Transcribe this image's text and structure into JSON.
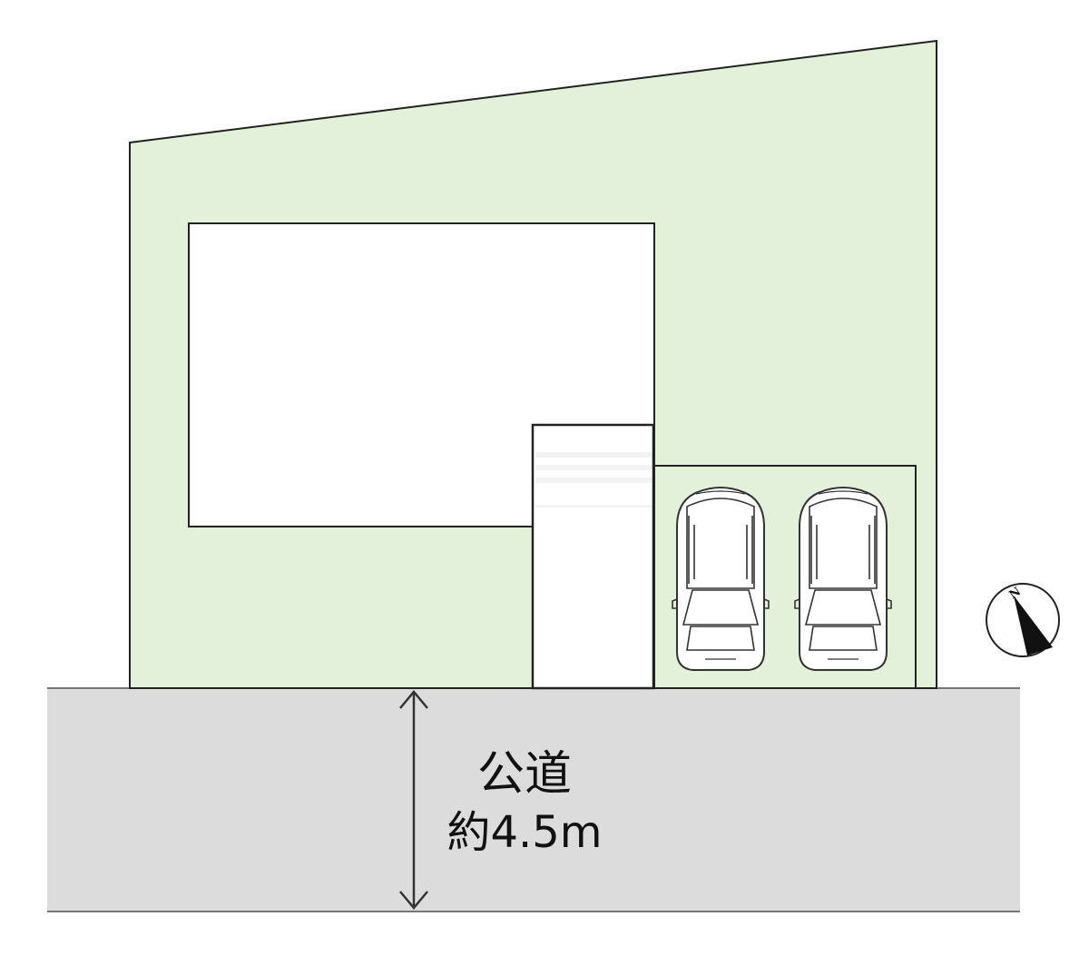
{
  "road": {
    "name": "公道",
    "width": "約4.5m"
  },
  "compass": {
    "letter": "N"
  },
  "parking": {
    "car_count": 2
  },
  "colors": {
    "lot_fill": "#e3f0da",
    "road_fill": "#dcdcdc",
    "building_fill": "#ffffff",
    "outline": "#222222",
    "road_edge": "#777777"
  }
}
